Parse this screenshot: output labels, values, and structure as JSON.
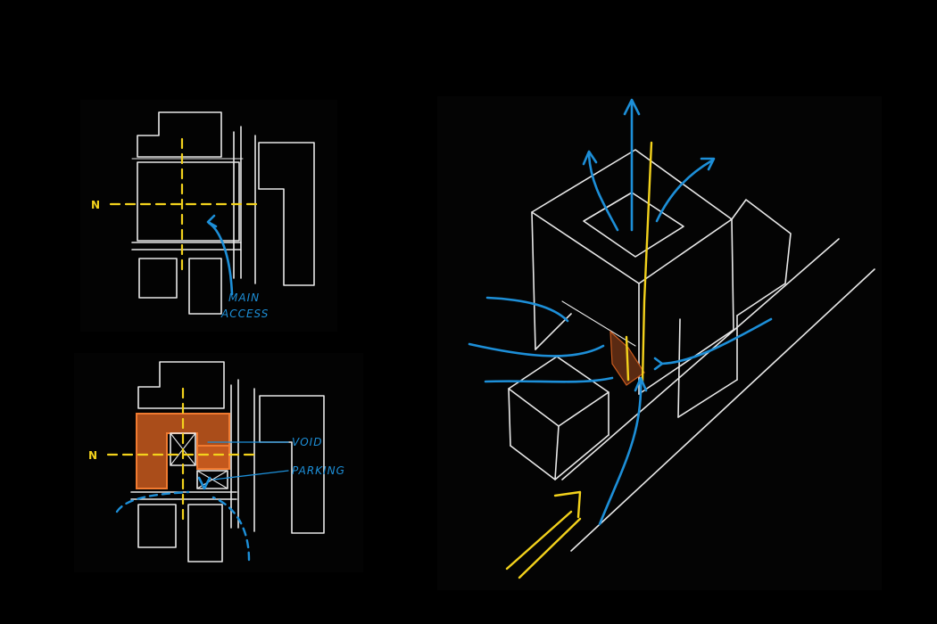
{
  "plan_top": {
    "north_label": "N",
    "annotation_line1": "MAIN",
    "annotation_line2": "ACCESS"
  },
  "plan_bottom": {
    "north_label": "N",
    "label_void": "VOID",
    "label_parking": "PARKING"
  },
  "colors": {
    "background": "#000000",
    "sketch": "#e8e8e8",
    "axis_yellow": "#f3d21c",
    "flow_blue": "#1d8fd8",
    "fill_orange": "#c85a1e"
  },
  "icons": [
    "arrow-up-icon",
    "access-arrow-icon"
  ]
}
